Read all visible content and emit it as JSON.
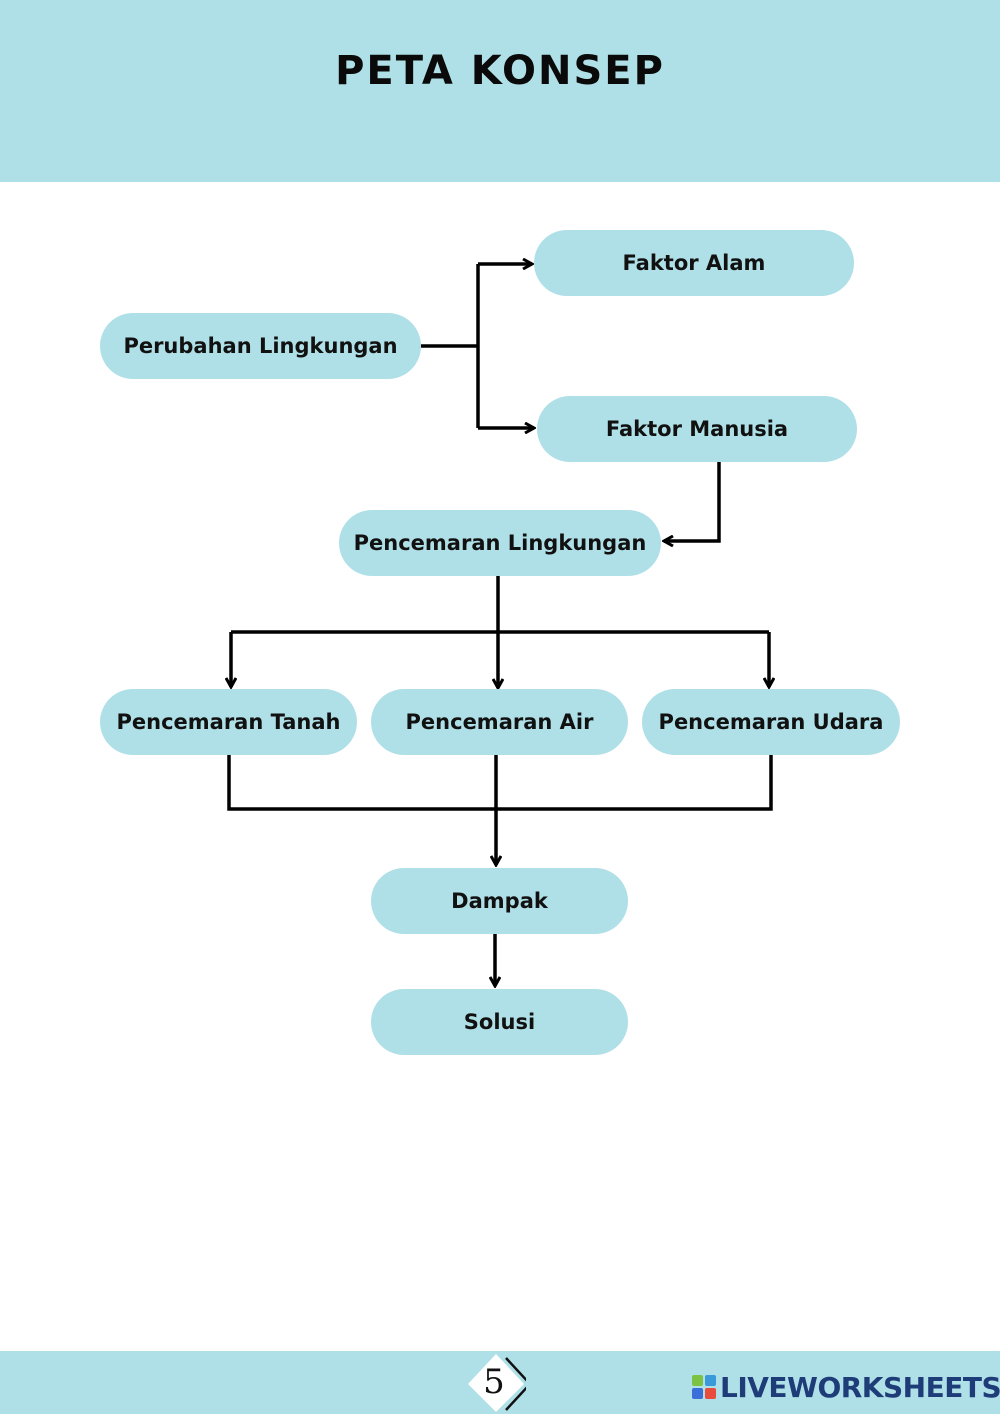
{
  "header": {
    "title": "PETA KONSEP"
  },
  "nodes": {
    "perubahan": "Perubahan Lingkungan",
    "faktor_alam": "Faktor Alam",
    "faktor_manusia": "Faktor Manusia",
    "pencemaran": "Pencemaran Lingkungan",
    "tanah": "Pencemaran Tanah",
    "air": "Pencemaran Air",
    "udara": "Pencemaran Udara",
    "dampak": "Dampak",
    "solusi": "Solusi"
  },
  "footer": {
    "page_number": "5",
    "brand": "LIVEWORKSHEETS",
    "brand_logo_icon": "liveworksheets-logo-icon"
  },
  "colors": {
    "band": "#afe0e7",
    "node": "#afe0e7",
    "line": "#000000",
    "brand": "#1e3c78"
  }
}
